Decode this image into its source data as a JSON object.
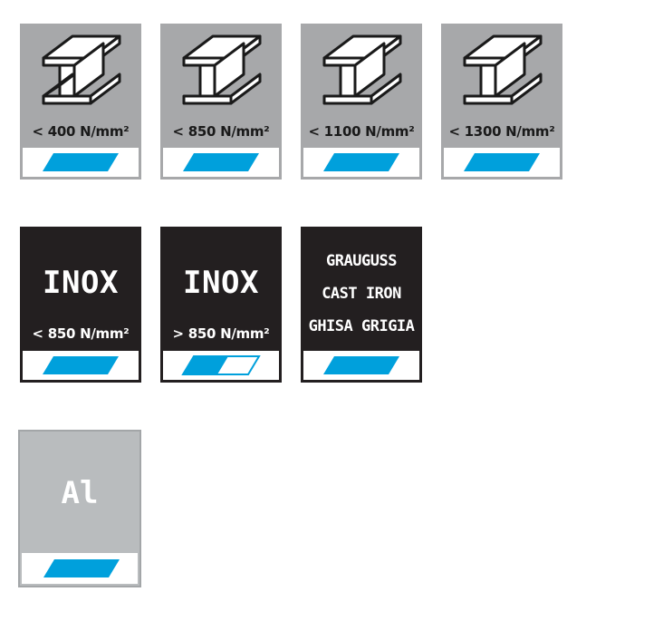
{
  "colors": {
    "steel_bg": "#a7a8aa",
    "dark_bg": "#231f20",
    "alu_bg": "#b9bcbe",
    "indicator": "#00a0dc"
  },
  "steel_tiles": [
    {
      "label": "< 400 N/mm²",
      "icon": "i-beam-icon",
      "indicator": "full"
    },
    {
      "label": "< 850 N/mm²",
      "icon": "i-beam-icon",
      "indicator": "full"
    },
    {
      "label": "< 1100 N/mm²",
      "icon": "i-beam-icon",
      "indicator": "full"
    },
    {
      "label": "< 1300 N/mm²",
      "icon": "i-beam-icon",
      "indicator": "full"
    }
  ],
  "inox_tiles": [
    {
      "title": "INOX",
      "label": "< 850 N/mm²",
      "indicator": "full"
    },
    {
      "title": "INOX",
      "label": "> 850 N/mm²",
      "indicator": "half"
    }
  ],
  "cast_tile": {
    "lines": [
      "GRAUGUSS",
      "CAST IRON",
      "GHISA GRIGIA"
    ],
    "indicator": "full"
  },
  "alu_tile": {
    "title": "Al",
    "indicator": "full"
  }
}
